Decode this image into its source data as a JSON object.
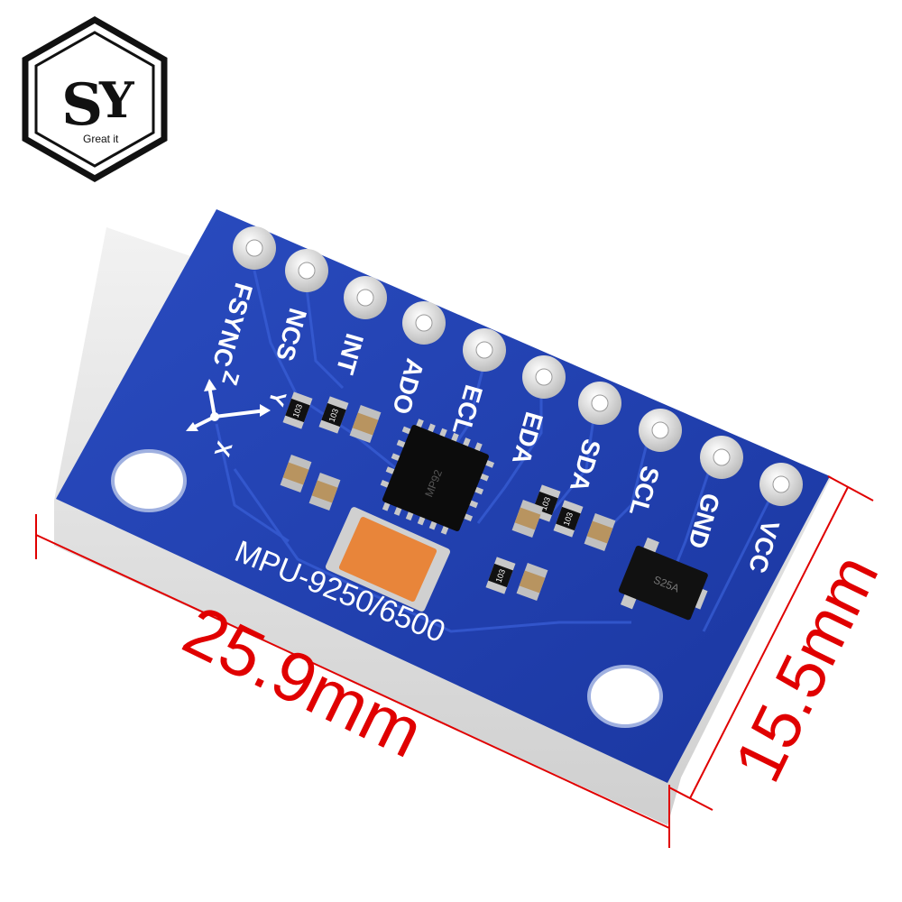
{
  "logo": {
    "monogram_s": "S",
    "monogram_y": "Y",
    "tagline": "Great it"
  },
  "board": {
    "model_label": "MPU-9250/6500",
    "pins": [
      "FSYNC",
      "NCS",
      "INT",
      "ADO",
      "ECL",
      "EDA",
      "SDA",
      "SCL",
      "GND",
      "VCC"
    ],
    "axis_labels": {
      "x": "X",
      "y": "Y",
      "z": "Z"
    },
    "resistor_code": "103",
    "chip_marking": "MP92",
    "regulator_marking": "S25A"
  },
  "dimensions": {
    "width_label": "25.9mm",
    "height_label": "15.5mm"
  },
  "colors": {
    "pcb_blue": "#1a3aa8",
    "dimension_red": "#e00000",
    "tantalum_orange": "#e8853a"
  }
}
